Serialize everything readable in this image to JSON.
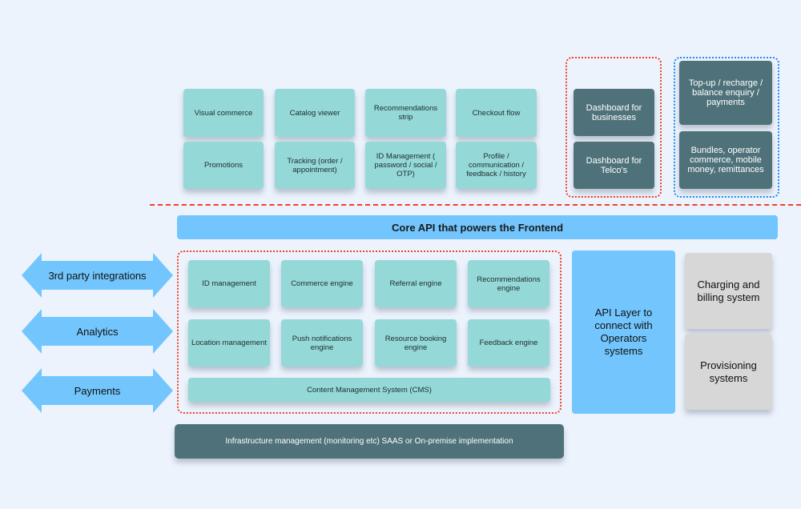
{
  "frontend": {
    "row1": [
      "Visual commerce",
      "Catalog viewer",
      "Recommendations strip",
      "Checkout flow"
    ],
    "row2": [
      "Promotions",
      "Tracking (order / appointment)",
      "ID Management ( password / social / OTP)",
      "Profile / communication / feedback / history"
    ]
  },
  "dashboards": [
    "Dashboard for businesses",
    "Dashboard for Telco's"
  ],
  "telco_services": [
    "Top-up / recharge / balance enquiry / payments",
    "Bundles, operator commerce, mobile money, remittances"
  ],
  "core_api": "Core API that powers the Frontend",
  "integrations": [
    "3rd party integrations",
    "Analytics",
    "Payments"
  ],
  "backend": {
    "row1": [
      "ID management",
      "Commerce engine",
      "Referral engine",
      "Recommendations engine"
    ],
    "row2": [
      "Location management",
      "Push notifications engine",
      "Resource booking engine",
      "Feedback engine"
    ],
    "cms": "Content Management System (CMS)"
  },
  "api_layer": "API Layer to connect with Operators systems",
  "operator_systems": [
    "Charging and billing system",
    "Provisioning systems"
  ],
  "infrastructure": "Infrastructure management (monitoring etc) SAAS or On-premise implementation",
  "colors": {
    "teal": "#94d9d8",
    "dark": "#4f727a",
    "blue": "#72c6fd",
    "gray": "#d7d7d7",
    "red_dash": "#f0412a",
    "blue_dash": "#1a8cf5"
  }
}
